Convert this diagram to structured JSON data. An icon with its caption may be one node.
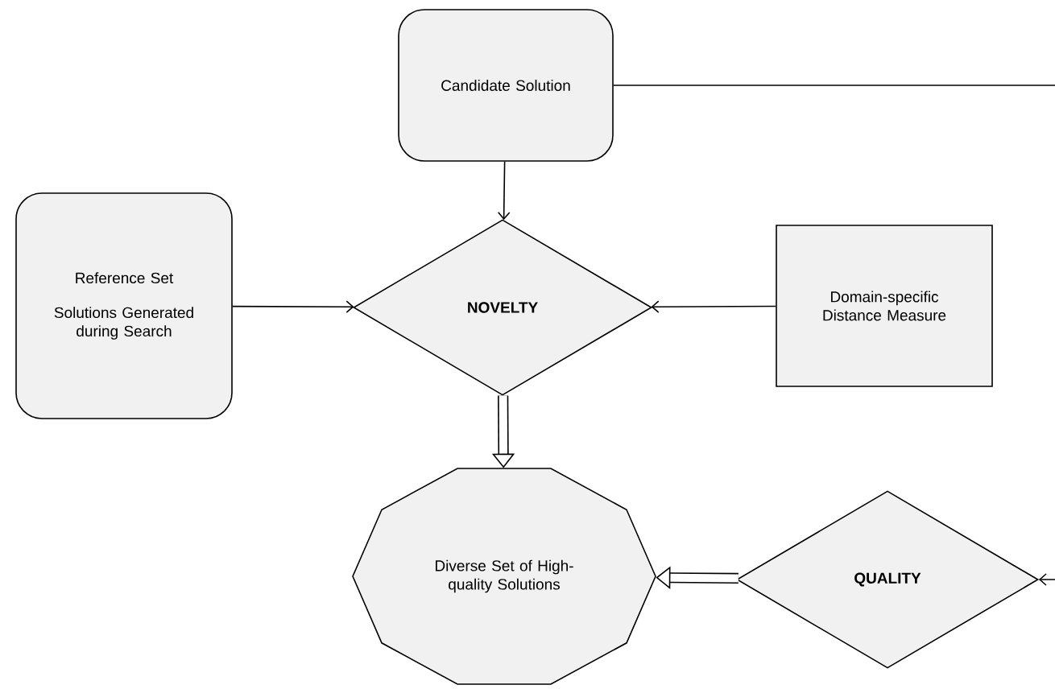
{
  "diagram": {
    "nodes": [
      {
        "text": [
          "Candidate Solution"
        ]
      },
      {
        "text": [
          "Reference Set",
          "Solutions Generated during Search"
        ]
      },
      {
        "text": [
          "NOVELTY"
        ]
      },
      {
        "text": [
          "Domain-specific Distance Measure"
        ]
      },
      {
        "text": [
          "Diverse Set of High-quality Solutions"
        ]
      },
      {
        "text": [
          "QUALITY"
        ]
      }
    ],
    "edges": [
      {
        "from": 0,
        "to": 2,
        "arrow": "to"
      },
      {
        "from": 1,
        "to": 2,
        "arrow": "to"
      },
      {
        "from": 3,
        "to": 2,
        "arrow": "to"
      },
      {
        "from": 2,
        "to": 4,
        "arrow": "to",
        "style": "thick"
      },
      {
        "from": 5,
        "to": 4,
        "arrow": "to",
        "style": "thick"
      },
      {
        "from": 0,
        "to": null,
        "arrow": "none"
      },
      {
        "from": null,
        "to": 5,
        "arrow": "to"
      }
    ]
  }
}
